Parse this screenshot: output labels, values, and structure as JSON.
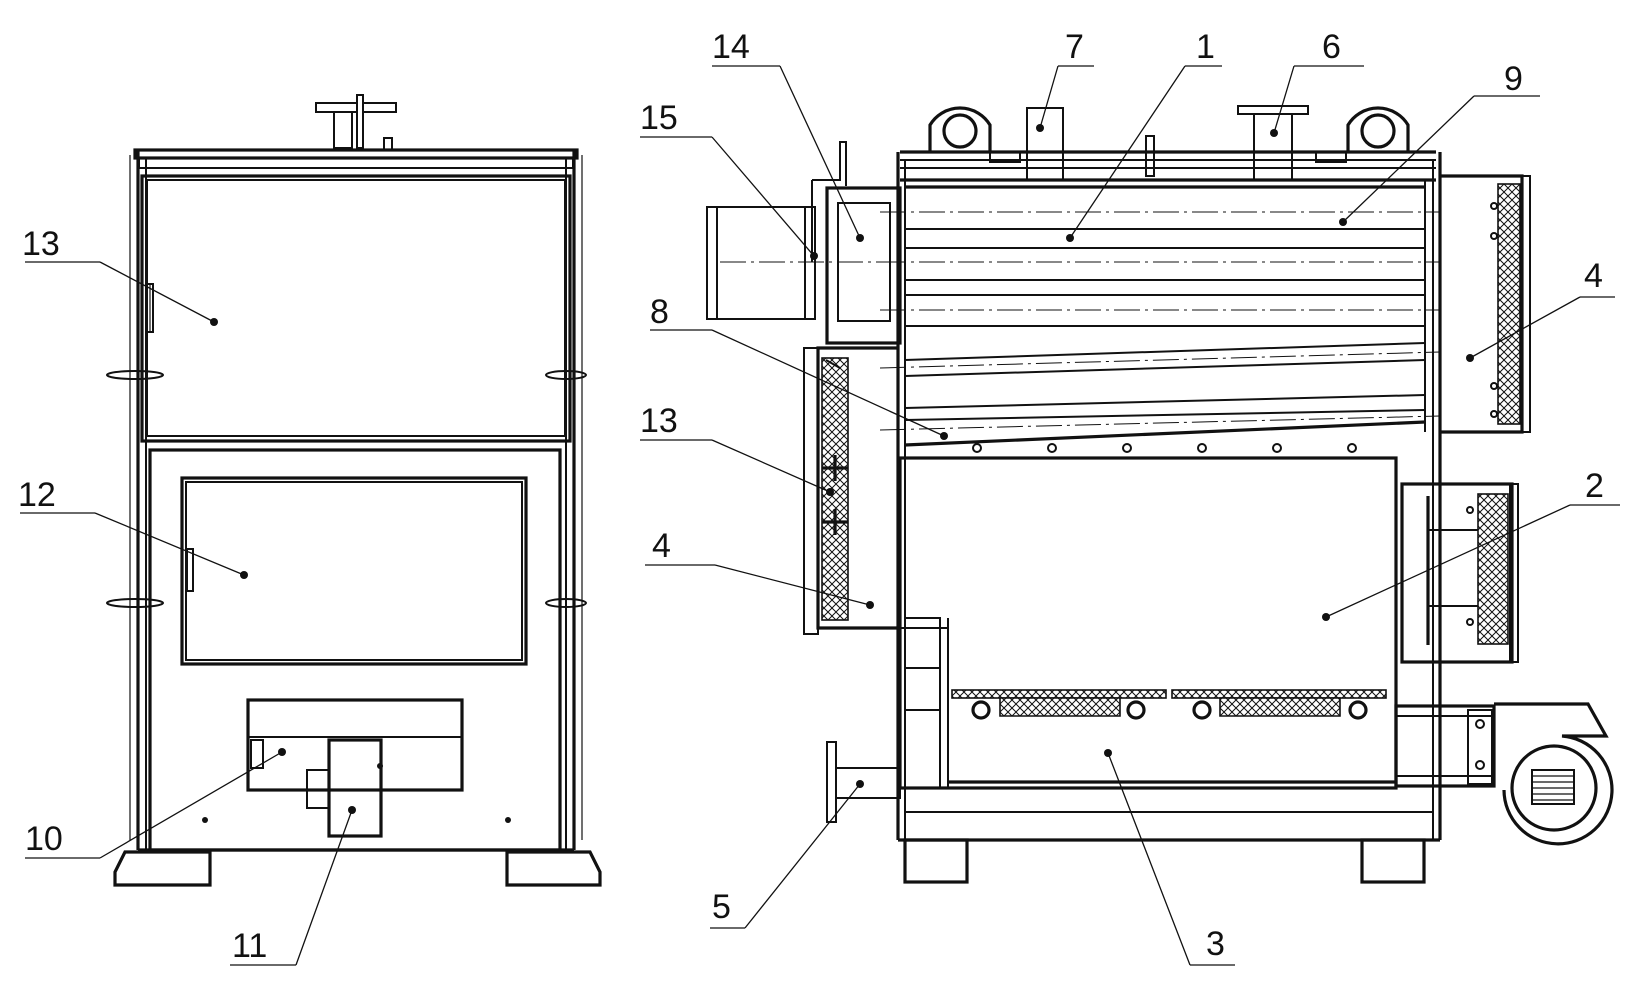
{
  "figure": {
    "left_view_callouts": [
      {
        "id": "c13-left",
        "label": "13"
      },
      {
        "id": "c12-left",
        "label": "12"
      },
      {
        "id": "c10-left",
        "label": "10"
      },
      {
        "id": "c11-left",
        "label": "11"
      }
    ],
    "right_view_callouts": [
      {
        "id": "c14",
        "label": "14"
      },
      {
        "id": "c15",
        "label": "15"
      },
      {
        "id": "c7",
        "label": "7"
      },
      {
        "id": "c1",
        "label": "1"
      },
      {
        "id": "c6",
        "label": "6"
      },
      {
        "id": "c9",
        "label": "9"
      },
      {
        "id": "c4-right",
        "label": "4"
      },
      {
        "id": "c8",
        "label": "8"
      },
      {
        "id": "c13-right",
        "label": "13"
      },
      {
        "id": "c4-left",
        "label": "4"
      },
      {
        "id": "c2",
        "label": "2"
      },
      {
        "id": "c5",
        "label": "5"
      },
      {
        "id": "c3",
        "label": "3"
      }
    ]
  }
}
